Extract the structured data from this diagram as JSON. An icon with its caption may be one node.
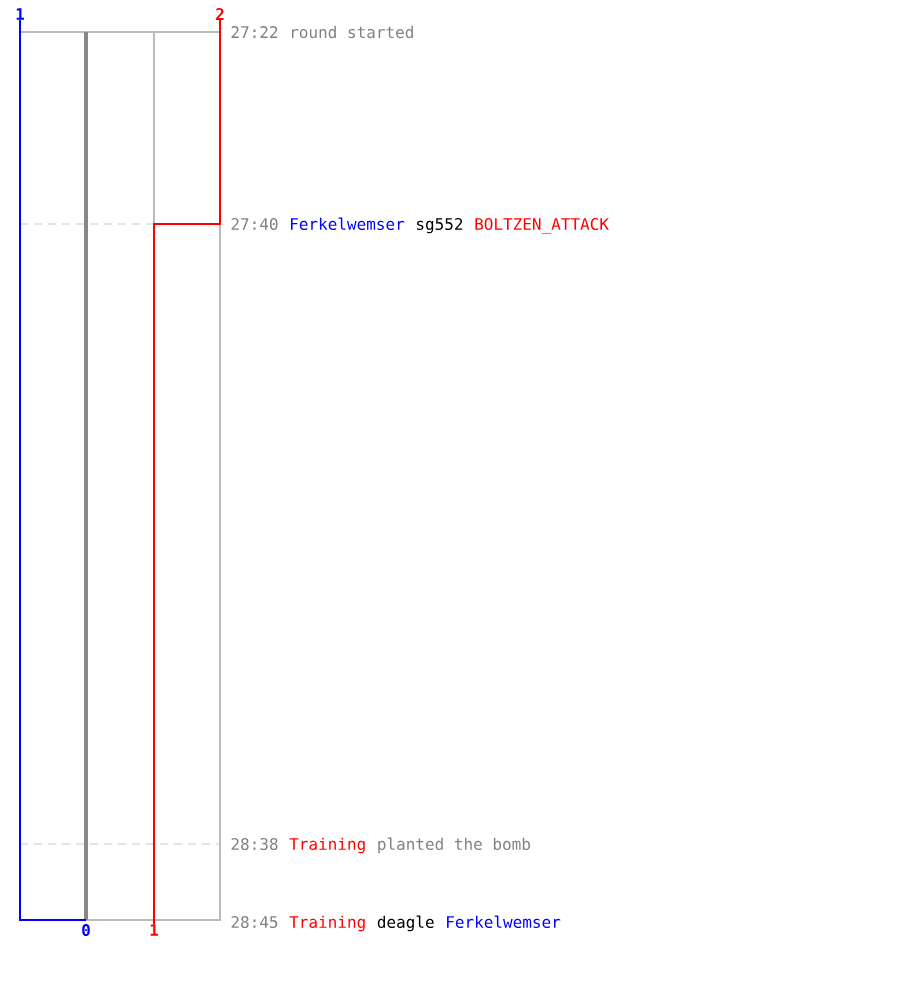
{
  "diagram": {
    "labels": [
      "1",
      "2",
      "27:22",
      "round started",
      "27:40",
      "Ferkelwemser",
      "sg552",
      "BOLTZEN_ATTACK",
      "28:38",
      "Training",
      "planted the bomb",
      "28:45",
      "Training",
      "deagle",
      "Ferkelwemser",
      "0",
      "1"
    ]
  }
}
